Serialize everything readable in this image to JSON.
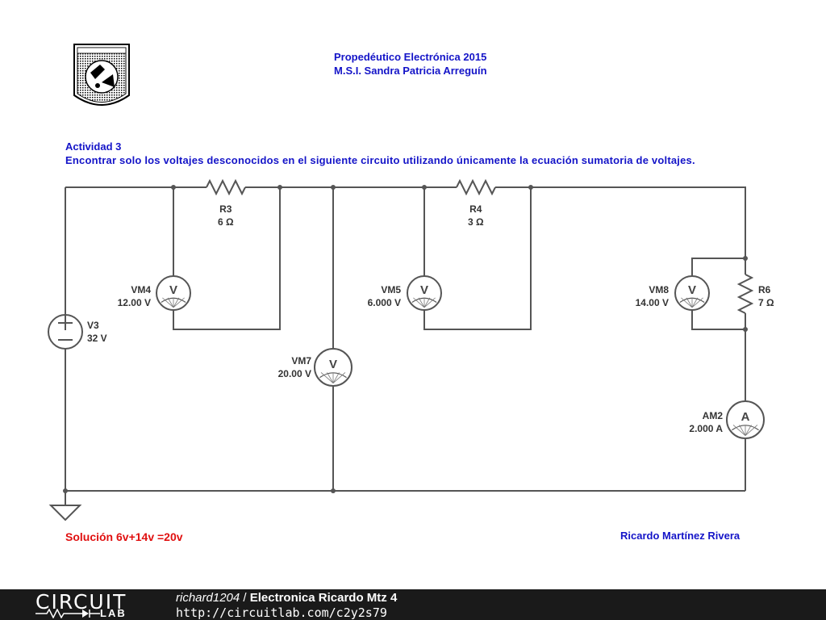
{
  "header": {
    "course": "Propedéutico Electrónica 2015",
    "instructor": "M.S.I. Sandra Patricia Arreguín"
  },
  "activity": {
    "title": "Actividad 3",
    "instructions": "Encontrar solo los voltajes desconocidos en el siguiente circuito utilizando únicamente la ecuación sumatoria de voltajes."
  },
  "components": {
    "r3": {
      "name": "R3",
      "value": "6 Ω"
    },
    "r4": {
      "name": "R4",
      "value": "3 Ω"
    },
    "r6": {
      "name": "R6",
      "value": "7 Ω"
    },
    "v3": {
      "name": "V3",
      "value": "32 V"
    },
    "vm4": {
      "name": "VM4",
      "value": "12.00 V",
      "symbol": "V"
    },
    "vm5": {
      "name": "VM5",
      "value": "6.000 V",
      "symbol": "V"
    },
    "vm7": {
      "name": "VM7",
      "value": "20.00 V",
      "symbol": "V"
    },
    "vm8": {
      "name": "VM8",
      "value": "14.00 V",
      "symbol": "V"
    },
    "am2": {
      "name": "AM2",
      "value": "2.000 A",
      "symbol": "A"
    }
  },
  "solution": "Solución 6v+14v =20v",
  "author": "Ricardo Martínez Rivera",
  "footer": {
    "logo_top": "CIRCUIT",
    "logo_bottom": "LAB",
    "user": "richard1204",
    "separator": " / ",
    "title": "Electronica Ricardo Mtz 4",
    "url": "http://circuitlab.com/c2y2s79"
  },
  "colors": {
    "wire": "#555555",
    "title_blue": "#1414c8",
    "solution_red": "#e01010",
    "footer_bg": "#1a1a1a"
  }
}
